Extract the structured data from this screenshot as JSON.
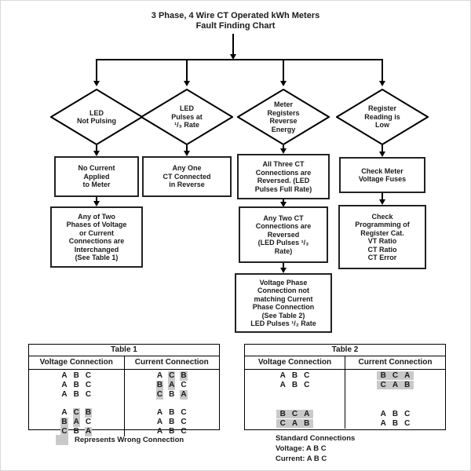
{
  "flowchart": {
    "title": "3 Phase, 4 Wire CT Operated kWh Meters\nFault Finding Chart",
    "branches": [
      {
        "decision": "LED\nNot Pulsing",
        "steps": [
          "No Current\nApplied\nto Meter",
          "Any of Two\nPhases of Voltage\nor Current\nConnections are\nInterchanged\n(See Table 1)"
        ]
      },
      {
        "decision": "LED\nPulses at\n¹/₃ Rate",
        "steps": [
          "Any One\nCT Connected\nin Reverse"
        ]
      },
      {
        "decision": "Meter\nRegisters\nReverse\nEnergy",
        "steps": [
          "All Three CT\nConnections are\nReversed. (LED\nPulses Full Rate)",
          "Any Two CT\nConnections are\nReversed\n(LED Pulses ¹/₃\nRate)",
          "Voltage Phase\nConnection not\nmatching Current\nPhase Connection\n(See Table 2)\nLED Pulses ¹/₂ Rate"
        ]
      },
      {
        "decision": "Register\nReading is\nLow",
        "steps": [
          "Check Meter\nVoltage Fuses",
          "Check\nProgramming of\nRegister Cat.\nVT Ratio\nCT Ratio\nCT Error"
        ]
      }
    ]
  },
  "tables": [
    {
      "title": "Table 1",
      "headers": [
        "Voltage Connection",
        "Current Connection"
      ],
      "groups": [
        {
          "rows": [
            {
              "v": {
                "l": [
                  "A",
                  "B",
                  "C"
                ],
                "hl": [],
                "block": false
              },
              "c": {
                "l": [
                  "A",
                  "C",
                  "B"
                ],
                "hl": [
                  1,
                  2
                ],
                "block": false
              }
            },
            {
              "v": {
                "l": [
                  "A",
                  "B",
                  "C"
                ],
                "hl": [],
                "block": false
              },
              "c": {
                "l": [
                  "B",
                  "A",
                  "C"
                ],
                "hl": [
                  0,
                  1
                ],
                "block": false
              }
            },
            {
              "v": {
                "l": [
                  "A",
                  "B",
                  "C"
                ],
                "hl": [],
                "block": false
              },
              "c": {
                "l": [
                  "C",
                  "B",
                  "A"
                ],
                "hl": [
                  0,
                  2
                ],
                "block": false
              }
            }
          ]
        },
        {
          "rows": [
            {
              "v": {
                "l": [
                  "A",
                  "C",
                  "B"
                ],
                "hl": [
                  1,
                  2
                ],
                "block": false
              },
              "c": {
                "l": [
                  "A",
                  "B",
                  "C"
                ],
                "hl": [],
                "block": false
              }
            },
            {
              "v": {
                "l": [
                  "B",
                  "A",
                  "C"
                ],
                "hl": [
                  0,
                  1
                ],
                "block": false
              },
              "c": {
                "l": [
                  "A",
                  "B",
                  "C"
                ],
                "hl": [],
                "block": false
              }
            },
            {
              "v": {
                "l": [
                  "C",
                  "B",
                  "A"
                ],
                "hl": [
                  0,
                  2
                ],
                "block": false
              },
              "c": {
                "l": [
                  "A",
                  "B",
                  "C"
                ],
                "hl": [],
                "block": false
              }
            }
          ]
        }
      ]
    },
    {
      "title": "Table 2",
      "headers": [
        "Voltage Connection",
        "Current Connection"
      ],
      "groups": [
        {
          "rows": [
            {
              "v": {
                "l": [
                  "A",
                  "B",
                  "C"
                ],
                "hl": [],
                "block": false
              },
              "c": {
                "l": [
                  "B",
                  "C",
                  "A"
                ],
                "hl": [],
                "block": true
              }
            },
            {
              "v": {
                "l": [
                  "A",
                  "B",
                  "C"
                ],
                "hl": [],
                "block": false
              },
              "c": {
                "l": [
                  "C",
                  "A",
                  "B"
                ],
                "hl": [],
                "block": true
              }
            }
          ]
        },
        {
          "rows": [
            {
              "v": {
                "l": [
                  "B",
                  "C",
                  "A"
                ],
                "hl": [],
                "block": true
              },
              "c": {
                "l": [
                  "A",
                  "B",
                  "C"
                ],
                "hl": [],
                "block": false
              }
            },
            {
              "v": {
                "l": [
                  "C",
                  "A",
                  "B"
                ],
                "hl": [],
                "block": true
              },
              "c": {
                "l": [
                  "A",
                  "B",
                  "C"
                ],
                "hl": [],
                "block": false
              }
            }
          ]
        }
      ]
    }
  ],
  "legend": {
    "wrong_connection_label": "Represents Wrong Connection",
    "swatch_color": "#c9c9c9"
  },
  "standard_connections": {
    "text": "Standard Connections\nVoltage:  A  B  C\nCurrent:  A  B  C"
  },
  "colors": {
    "line": "#000000",
    "highlight": "#c9c9c9",
    "background": "#ffffff"
  }
}
